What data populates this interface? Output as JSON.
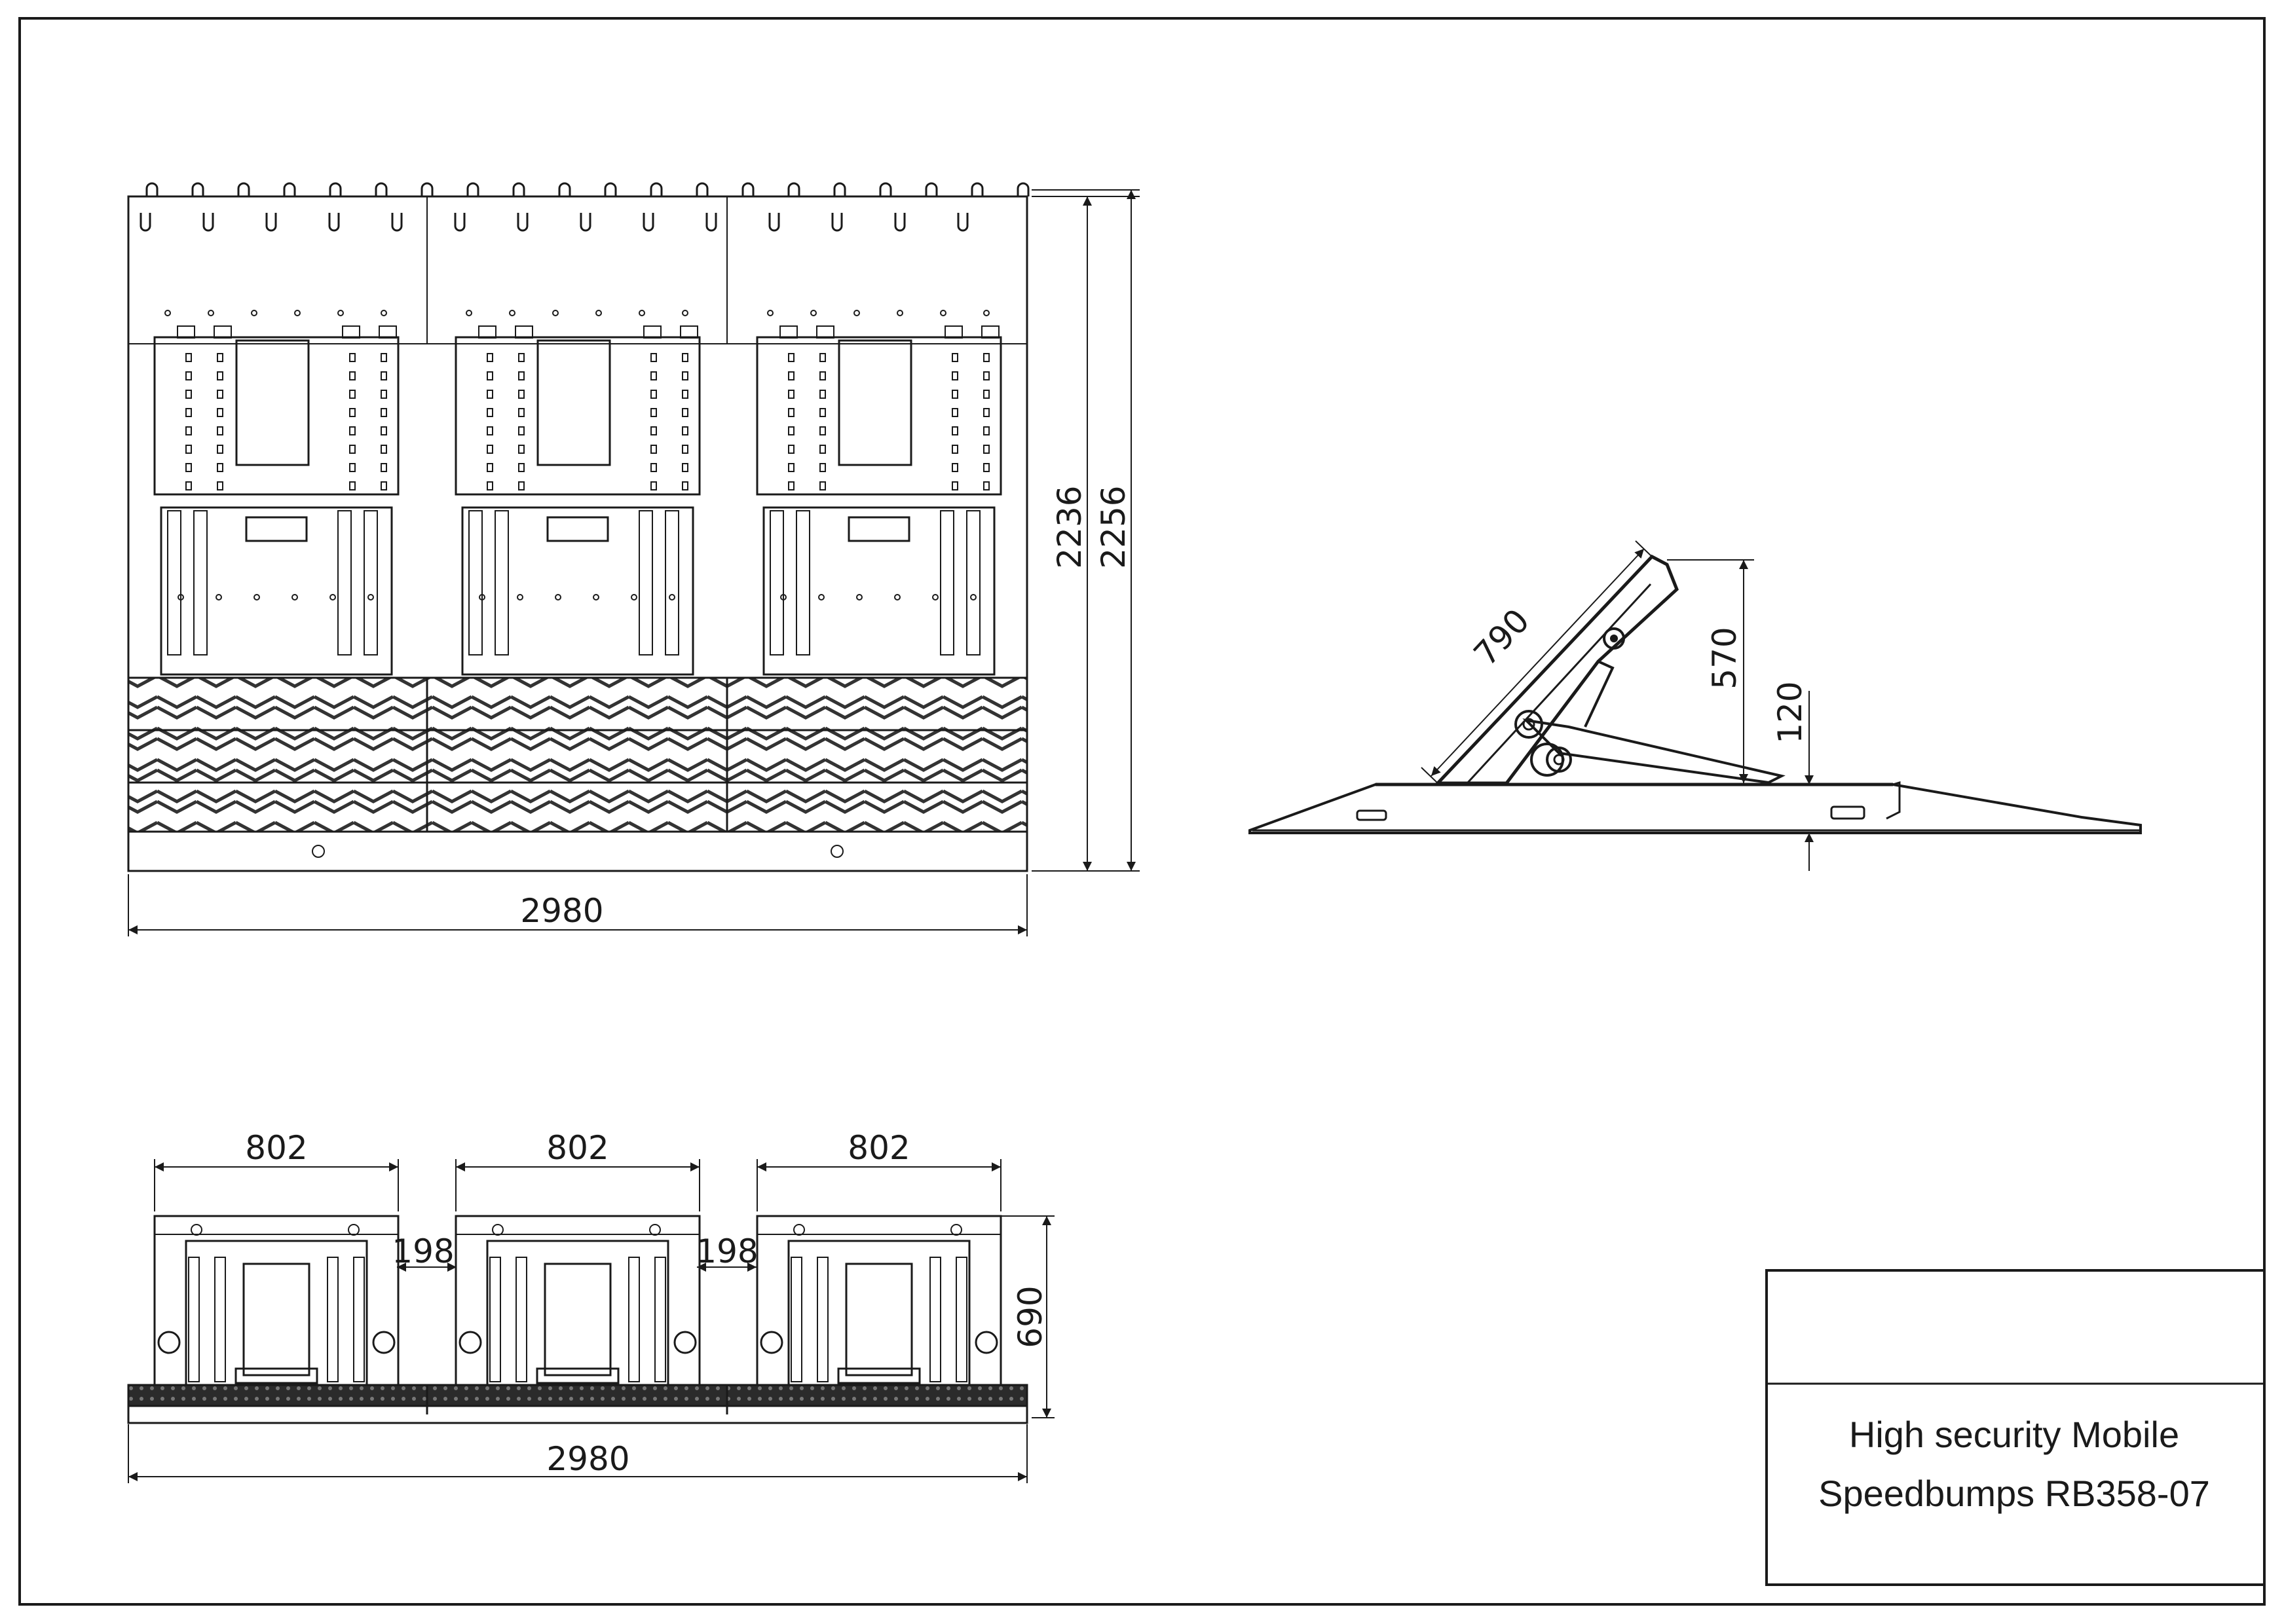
{
  "colors": {
    "ink": "#1a1a1a",
    "paper": "#ffffff",
    "mid_gray": "#555555",
    "light_gray": "#9a9a9a"
  },
  "top_view": {
    "dim_width": "2980",
    "dim_height_inner": "2236",
    "dim_height_outer": "2256"
  },
  "side_view": {
    "dim_plate_length": "790",
    "dim_raised_height": "570",
    "dim_base_height": "120"
  },
  "front_view": {
    "dim_module_1": "802",
    "dim_module_2": "802",
    "dim_module_3": "802",
    "dim_gap_1": "198",
    "dim_gap_2": "198",
    "dim_height": "690",
    "dim_width": "2980"
  },
  "title_block": {
    "title_line_1": "High security Mobile",
    "title_line_2": "Speedbumps RB358-07"
  }
}
